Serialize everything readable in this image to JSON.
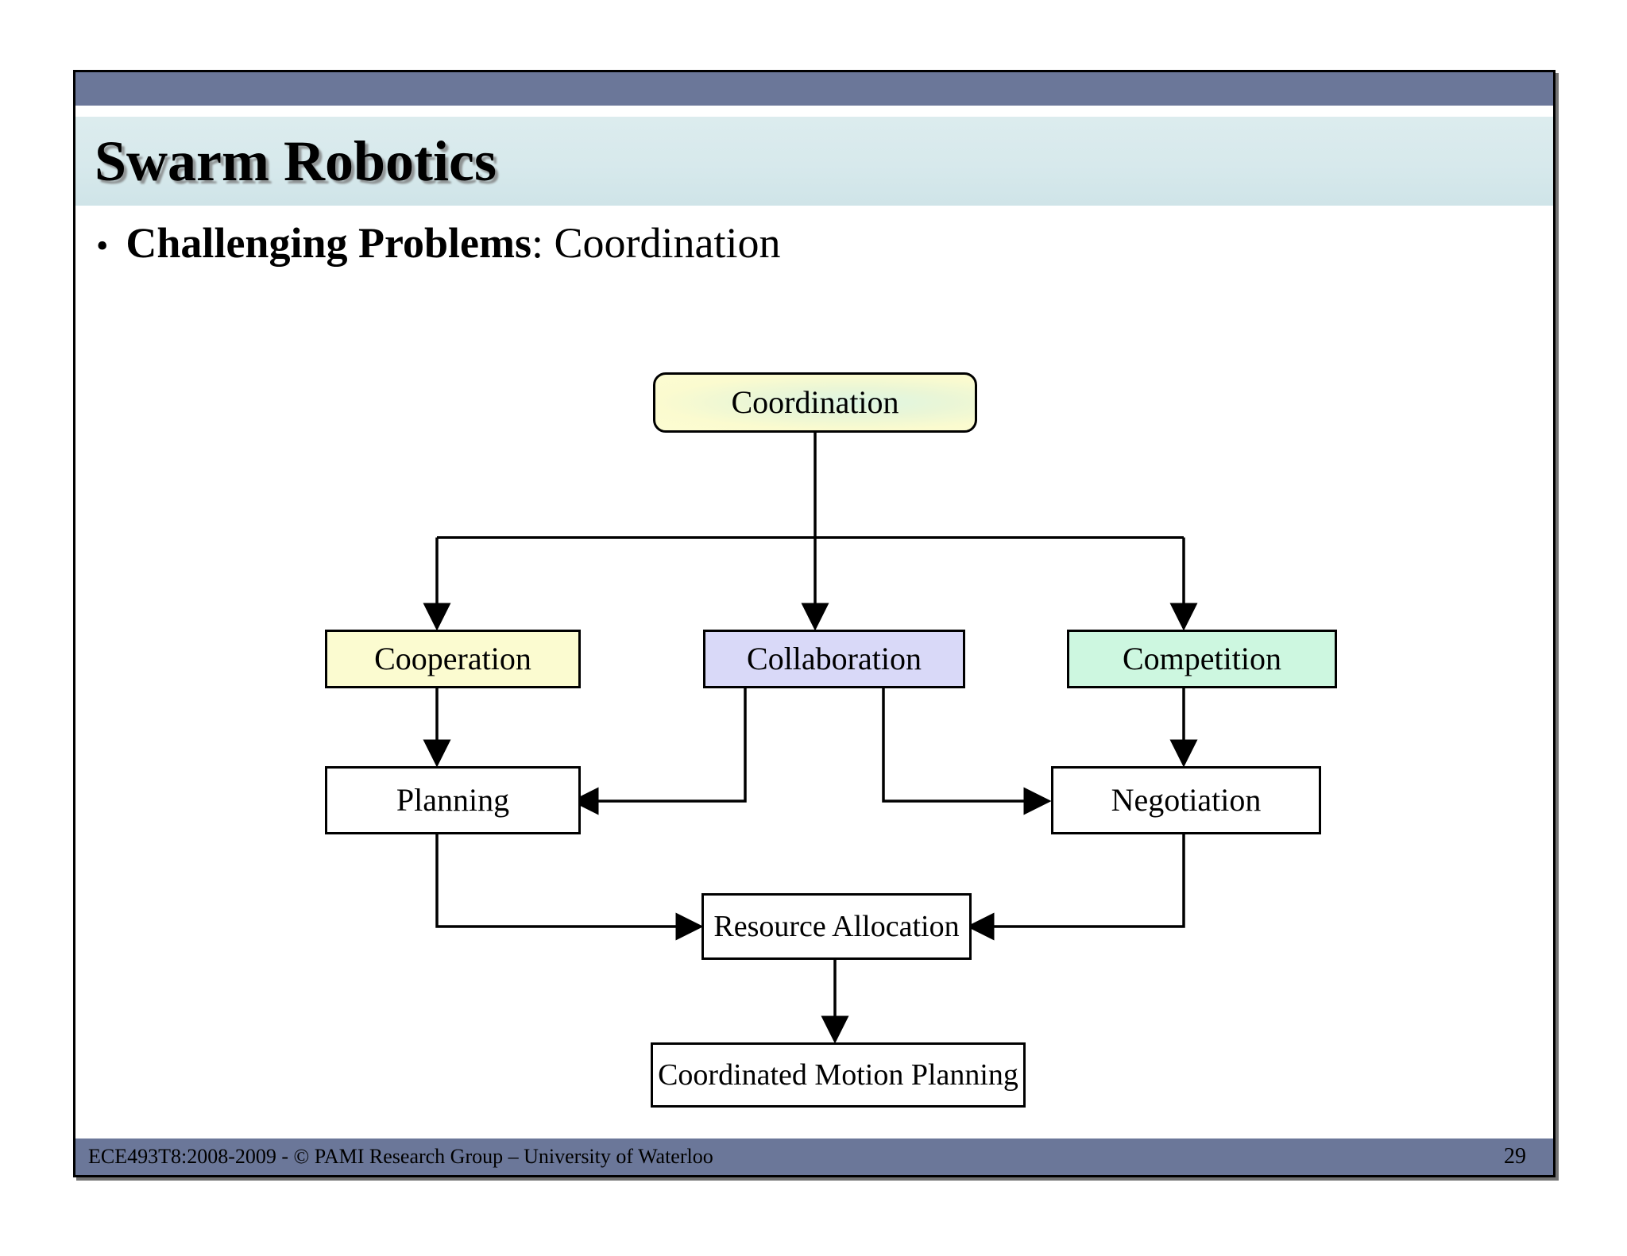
{
  "slide": {
    "title": "Swarm Robotics",
    "bullet": {
      "marker": "•",
      "bold_part": "Challenging Problems",
      "rest": ": Coordination"
    },
    "footer": {
      "credit": "ECE493T8:2008-2009 -   ©    PAMI Research Group – University of Waterloo",
      "page_number": "29"
    }
  },
  "colors": {
    "header_bar": "#6b7799",
    "title_band": "#d7e9ec",
    "cooperation": "#fbfbd0",
    "collaboration": "#d9d9f8",
    "competition": "#cdf7e0",
    "plain_box": "#ffffff",
    "border": "#000000"
  },
  "chart_data": {
    "type": "diagram",
    "title": "Coordination",
    "nodes": [
      {
        "id": "coordination",
        "label": "Coordination",
        "level": 0,
        "fill": "gradient-yellow-green",
        "shape": "rounded-rect"
      },
      {
        "id": "cooperation",
        "label": "Cooperation",
        "level": 1,
        "fill": "#fbfbd0",
        "shape": "rect"
      },
      {
        "id": "collaboration",
        "label": "Collaboration",
        "level": 1,
        "fill": "#d9d9f8",
        "shape": "rect"
      },
      {
        "id": "competition",
        "label": "Competition",
        "level": 1,
        "fill": "#cdf7e0",
        "shape": "rect"
      },
      {
        "id": "planning",
        "label": "Planning",
        "level": 2,
        "fill": "#ffffff",
        "shape": "rect"
      },
      {
        "id": "negotiation",
        "label": "Negotiation",
        "level": 2,
        "fill": "#ffffff",
        "shape": "rect"
      },
      {
        "id": "resource_allocation",
        "label": "Resource Allocation",
        "level": 3,
        "fill": "#ffffff",
        "shape": "rect"
      },
      {
        "id": "coordinated_motion",
        "label": "Coordinated Motion Planning",
        "level": 4,
        "fill": "#ffffff",
        "shape": "rect"
      }
    ],
    "edges": [
      {
        "from": "coordination",
        "to": "cooperation",
        "style": "orthogonal",
        "arrow": "end"
      },
      {
        "from": "coordination",
        "to": "collaboration",
        "style": "straight",
        "arrow": "end"
      },
      {
        "from": "coordination",
        "to": "competition",
        "style": "orthogonal",
        "arrow": "end"
      },
      {
        "from": "cooperation",
        "to": "planning",
        "style": "straight",
        "arrow": "end"
      },
      {
        "from": "collaboration",
        "to": "planning",
        "style": "orthogonal",
        "arrow": "end"
      },
      {
        "from": "collaboration",
        "to": "negotiation",
        "style": "orthogonal",
        "arrow": "end"
      },
      {
        "from": "competition",
        "to": "negotiation",
        "style": "straight",
        "arrow": "end"
      },
      {
        "from": "planning",
        "to": "resource_allocation",
        "style": "orthogonal",
        "arrow": "end"
      },
      {
        "from": "negotiation",
        "to": "resource_allocation",
        "style": "orthogonal",
        "arrow": "end"
      },
      {
        "from": "resource_allocation",
        "to": "coordinated_motion",
        "style": "straight",
        "arrow": "end"
      }
    ]
  }
}
